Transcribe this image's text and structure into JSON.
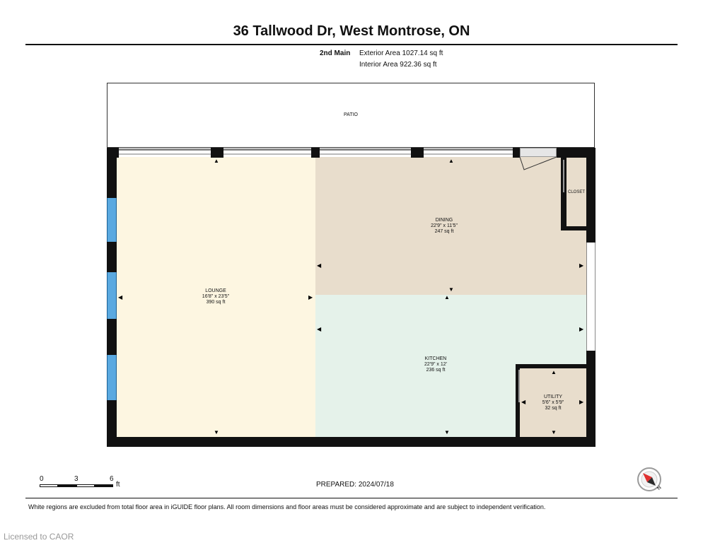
{
  "title": "36 Tallwood Dr, West Montrose, ON",
  "floor_name": "2nd Main",
  "exterior_area": "Exterior Area 1027.14 sq ft",
  "interior_area": "Interior Area 922.36 sq ft",
  "rooms": {
    "patio": {
      "name": "PATIO"
    },
    "lounge": {
      "name": "LOUNGE",
      "dims": "16'8\" x 23'5\"",
      "area": "390 sq ft"
    },
    "dining": {
      "name": "DINING",
      "dims": "22'9\" x 11'5\"",
      "area": "247 sq ft"
    },
    "kitchen": {
      "name": "KITCHEN",
      "dims": "22'9\" x 12'",
      "area": "236 sq ft"
    },
    "utility": {
      "name": "UTILITY",
      "dims": "5'6\" x 5'9\"",
      "area": "32 sq ft"
    },
    "closet": {
      "name": "CLOSET"
    }
  },
  "colors": {
    "lounge": "#fdf6e1",
    "dining": "#e8ddcc",
    "kitchen": "#e5f2ea",
    "utility": "#e8ddcc",
    "closet": "#e8ddcc",
    "window": "#5aa9e0",
    "wall": "#111111"
  },
  "scale": {
    "tick0": "0",
    "tick1": "3",
    "tick2": "6",
    "unit": "ft"
  },
  "prepared": "PREPARED:  2024/07/18",
  "disclaimer": "White regions are excluded from total floor area in iGUIDE floor plans. All room dimensions and floor areas must be considered approximate and are subject to independent verification.",
  "licensed": "Licensed to CAOR",
  "compass_label": "N",
  "icons": {
    "compass": "compass-icon"
  }
}
